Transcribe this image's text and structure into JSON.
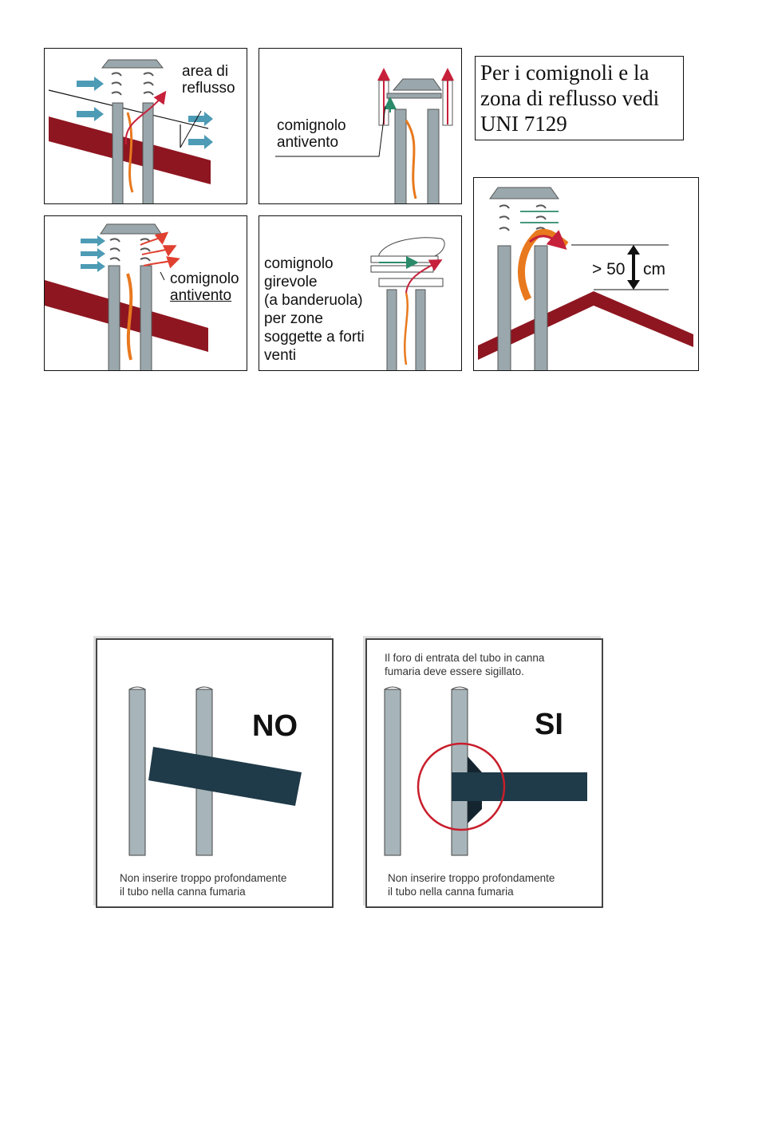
{
  "top_panels": {
    "p1": {
      "label_lines": [
        "area di",
        "reflusso"
      ]
    },
    "p2": {
      "label_lines": [
        "comignolo",
        "antivento"
      ]
    },
    "p3": {
      "label_lines": [
        "comignolo",
        "antivento"
      ]
    },
    "p4": {
      "label_lines": [
        "comignolo",
        "girevole",
        "(a banderuola)",
        "per zone",
        "soggette a forti",
        "venti"
      ]
    },
    "note": {
      "lines": [
        "Per i comignoli e la",
        "zona di reflusso vedi",
        "UNI 7129"
      ]
    },
    "p5": {
      "measure_value": "> 50",
      "measure_unit": "cm"
    }
  },
  "bottom_panels": {
    "no": {
      "verdict": "NO",
      "caption_lines": [
        "Non inserire troppo profondamente",
        "il tubo nella canna fumaria"
      ]
    },
    "si": {
      "verdict": "SI",
      "top_note_lines": [
        "Il foro di entrata del tubo in canna",
        "fumaria deve essere sigillato."
      ],
      "caption_lines": [
        "Non inserire troppo profondamente",
        "il tubo nella canna fumaria"
      ]
    }
  },
  "colors": {
    "roof": "#8e1620",
    "pipe": "#9aa8ad",
    "wind": "#4d9bb5",
    "smoke": "#e8791e",
    "tube": "#1f3a48",
    "ring": "#c81e2c"
  }
}
